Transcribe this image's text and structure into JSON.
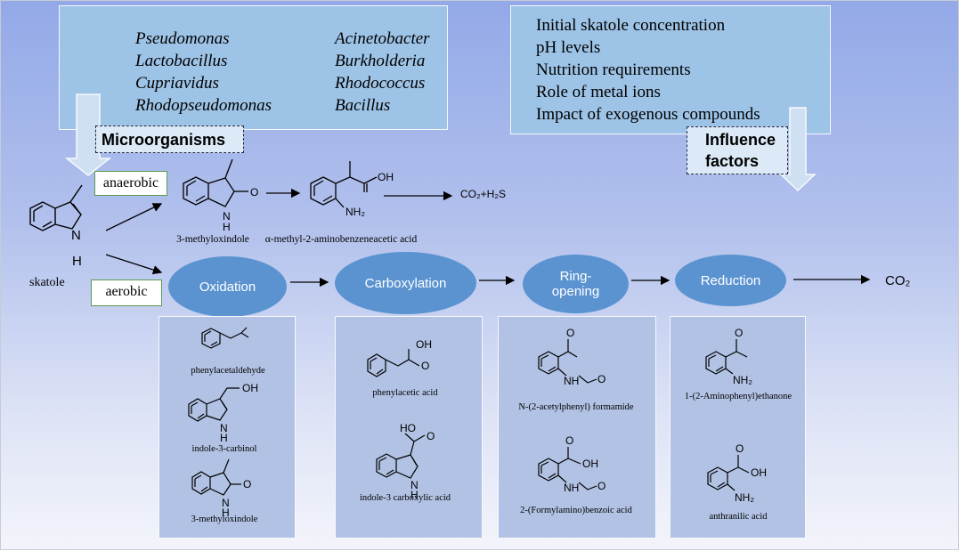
{
  "microorganisms": {
    "genera_left": [
      "Pseudomonas",
      "Lactobacillus",
      "Cupriavidus",
      "Rhodopseudomonas"
    ],
    "genera_right": [
      "Acinetobacter",
      "Burkholderia",
      "Rhodococcus",
      "Bacillus"
    ],
    "label": "Microorganisms"
  },
  "influence": {
    "factors": [
      "Initial skatole concentration",
      "pH levels",
      "Nutrition requirements",
      "Role of metal ions",
      "Impact of exogenous compounds"
    ],
    "label_line1": "Influence",
    "label_line2": "factors"
  },
  "start": {
    "name": "skatole",
    "nh": "H",
    "n": "N"
  },
  "anaerobic": {
    "condition": "anaerobic",
    "compound1": "3-methyloxindole",
    "compound2": "α-methyl-2-aminobenzeneacetic acid",
    "products": "CO₂+H₂S"
  },
  "aerobic": {
    "condition": "aerobic",
    "steps": [
      "Oxidation",
      "Carboxylation",
      "Ring-opening",
      "Reduction"
    ],
    "final": "CO₂"
  },
  "intermediates": {
    "oxidation": [
      "phenylacetaldehyde",
      "indole-3-carbinol",
      "3-methyloxindole"
    ],
    "carboxylation": [
      "phenylacetic acid",
      "indole-3 carboxylic acid"
    ],
    "ring_opening": [
      "N-(2-acetylphenyl) formamide",
      "2-(Formylamino)benzoic acid"
    ],
    "reduction": [
      "1-(2-Aminophenyl)ethanone",
      "anthranilic acid"
    ]
  },
  "atoms": {
    "O": "O",
    "OH": "OH",
    "HO": "HO",
    "N": "N",
    "H": "H",
    "NH": "NH",
    "NH2": "NH₂"
  }
}
